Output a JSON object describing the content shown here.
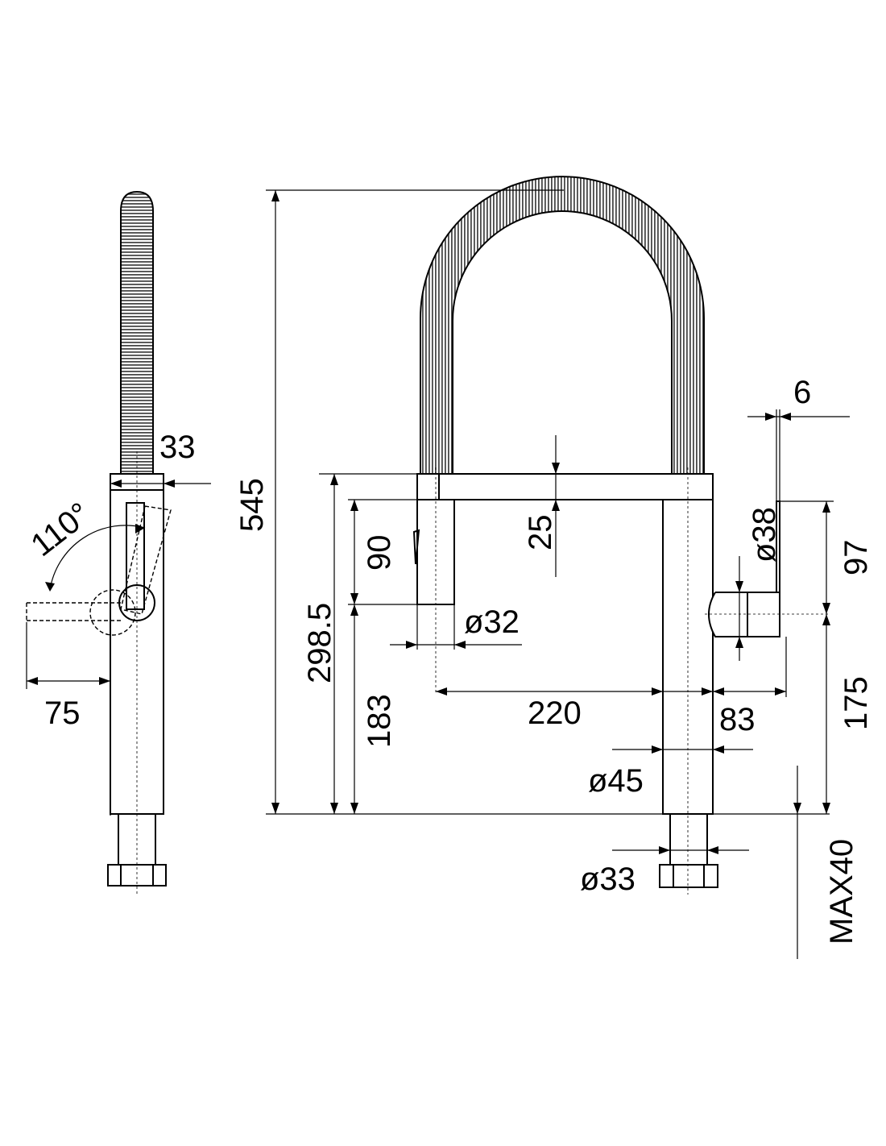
{
  "dimensions": {
    "side_view": {
      "angle": "110°",
      "lever_reach": "75",
      "body_width": "33"
    },
    "front_view": {
      "total_height": "545",
      "spout_height": "298.5",
      "lever_height": "183",
      "spray_length": "90",
      "spray_diameter": "ø32",
      "bar_thickness": "25",
      "spout_reach": "220",
      "body_offset": "83",
      "body_diameter": "ø45",
      "shank_diameter": "ø33",
      "lever_diameter": "ø38",
      "lever_thickness": "6",
      "holder_height": "97",
      "holder_base_height": "175",
      "max_counter": "MAX40"
    }
  },
  "colors": {
    "line": "#000000",
    "hose": "#6b6b6b",
    "background": "#ffffff"
  }
}
